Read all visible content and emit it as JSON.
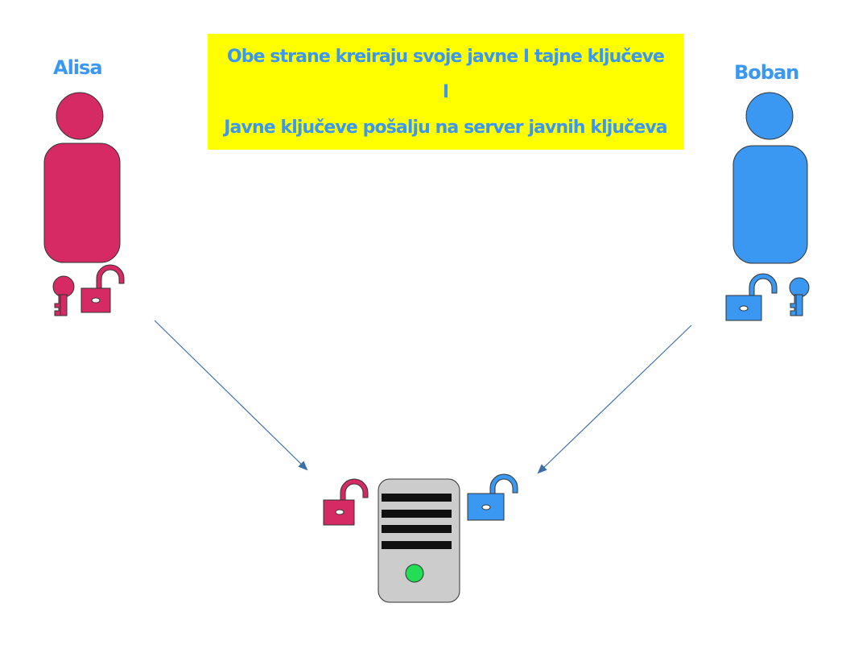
{
  "colors": {
    "alice": "#d62a65",
    "bob": "#3a97f2",
    "banner_bg": "#ffff00",
    "banner_text": "#3a97f2",
    "arrow": "#3c6fa8",
    "server_body": "#cccccc",
    "server_slot": "#111111",
    "server_led": "#22dd55"
  },
  "alice": {
    "name": "Alisa",
    "icons": [
      "key-icon",
      "open-padlock-icon"
    ]
  },
  "bob": {
    "name": "Boban",
    "icons": [
      "open-padlock-icon",
      "key-icon"
    ]
  },
  "banner": {
    "line1": "Obe strane kreiraju svoje javne I tajne ključeve",
    "line2": "I",
    "line3": "Javne ključeve pošalju na server javnih ključeva"
  },
  "server": {
    "icon": "server-icon",
    "received_keys": [
      "open-padlock-icon",
      "open-padlock-icon"
    ]
  }
}
